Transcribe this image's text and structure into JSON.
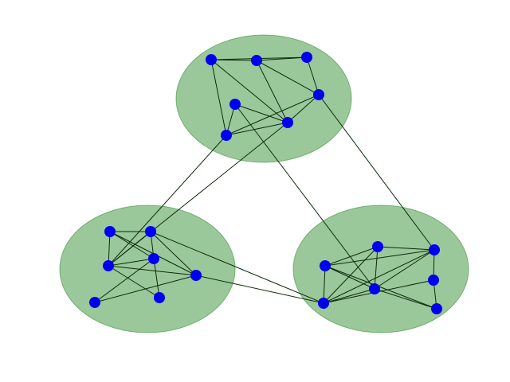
{
  "colors": {
    "background": "#ffffff",
    "cluster_fill": "#2e8b2e",
    "cluster_stroke": "#2e8b2e",
    "node_fill": "#0000ee",
    "edge": "#0b2a0b"
  },
  "diagram": {
    "type": "graph",
    "clusters": [
      {
        "id": "top"
      },
      {
        "id": "bottom-left"
      },
      {
        "id": "bottom-right"
      }
    ],
    "nodes": [
      {
        "id": "t1",
        "cluster": "top"
      },
      {
        "id": "t2",
        "cluster": "top"
      },
      {
        "id": "t3",
        "cluster": "top"
      },
      {
        "id": "t4",
        "cluster": "top"
      },
      {
        "id": "t5",
        "cluster": "top"
      },
      {
        "id": "t6",
        "cluster": "top"
      },
      {
        "id": "t7",
        "cluster": "top"
      },
      {
        "id": "l1",
        "cluster": "bottom-left"
      },
      {
        "id": "l2",
        "cluster": "bottom-left"
      },
      {
        "id": "l3",
        "cluster": "bottom-left"
      },
      {
        "id": "l4",
        "cluster": "bottom-left"
      },
      {
        "id": "l5",
        "cluster": "bottom-left"
      },
      {
        "id": "l6",
        "cluster": "bottom-left"
      },
      {
        "id": "l7",
        "cluster": "bottom-left"
      },
      {
        "id": "r1",
        "cluster": "bottom-right"
      },
      {
        "id": "r2",
        "cluster": "bottom-right"
      },
      {
        "id": "r3",
        "cluster": "bottom-right"
      },
      {
        "id": "r4",
        "cluster": "bottom-right"
      },
      {
        "id": "r5",
        "cluster": "bottom-right"
      },
      {
        "id": "r6",
        "cluster": "bottom-right"
      },
      {
        "id": "r7",
        "cluster": "bottom-right"
      }
    ],
    "edges": [
      [
        "t1",
        "t2"
      ],
      [
        "t2",
        "t3"
      ],
      [
        "t1",
        "t3"
      ],
      [
        "t1",
        "t6"
      ],
      [
        "t1",
        "t7"
      ],
      [
        "t2",
        "t6"
      ],
      [
        "t2",
        "t5"
      ],
      [
        "t3",
        "t5"
      ],
      [
        "t4",
        "t6"
      ],
      [
        "t4",
        "t7"
      ],
      [
        "t5",
        "t7"
      ],
      [
        "t6",
        "t7"
      ],
      [
        "t5",
        "t6"
      ],
      [
        "l1",
        "l2"
      ],
      [
        "l1",
        "l4"
      ],
      [
        "l1",
        "l5"
      ],
      [
        "l1",
        "l3"
      ],
      [
        "l2",
        "l3"
      ],
      [
        "l2",
        "l5"
      ],
      [
        "l2",
        "l4"
      ],
      [
        "l3",
        "l4"
      ],
      [
        "l3",
        "l5"
      ],
      [
        "l3",
        "l6"
      ],
      [
        "l4",
        "l6"
      ],
      [
        "l4",
        "l7"
      ],
      [
        "l5",
        "l7"
      ],
      [
        "r1",
        "r2"
      ],
      [
        "r1",
        "r4"
      ],
      [
        "r1",
        "r5"
      ],
      [
        "r1",
        "r6"
      ],
      [
        "r2",
        "r3"
      ],
      [
        "r2",
        "r4"
      ],
      [
        "r2",
        "r5"
      ],
      [
        "r2",
        "r6"
      ],
      [
        "r3",
        "r6"
      ],
      [
        "r4",
        "r5"
      ],
      [
        "r4",
        "r6"
      ],
      [
        "r4",
        "r7"
      ],
      [
        "r5",
        "r6"
      ],
      [
        "r5",
        "r7"
      ],
      [
        "r3",
        "r7"
      ],
      [
        "t7",
        "l3"
      ],
      [
        "t6",
        "l3"
      ],
      [
        "t4",
        "r5"
      ],
      [
        "t5",
        "r2"
      ],
      [
        "l2",
        "r6"
      ],
      [
        "l5",
        "r6"
      ]
    ]
  }
}
